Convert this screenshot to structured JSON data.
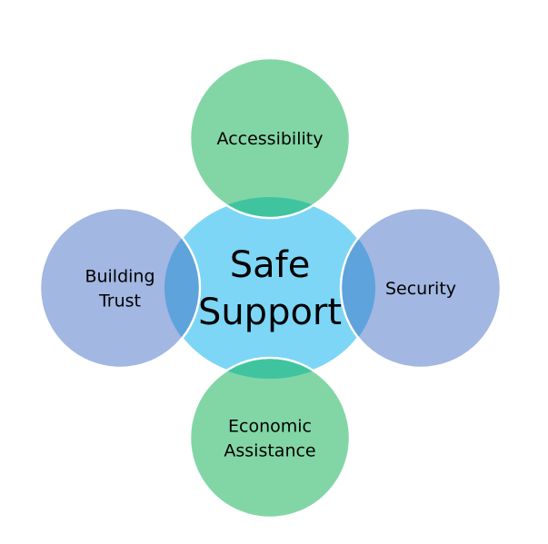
{
  "center": {
    "label_line1": "Safe",
    "label_line2": "Support",
    "color": "#7DD6F6"
  },
  "nodes": [
    {
      "id": "accessibility",
      "lines": [
        "Accessibility"
      ],
      "color": "#82D6A5",
      "overlap": "#40C4A0"
    },
    {
      "id": "building-trust",
      "lines": [
        "Building",
        "Trust"
      ],
      "color": "#A2B7E1",
      "overlap": "#5FA3DD"
    },
    {
      "id": "security",
      "lines": [
        "Security"
      ],
      "color": "#A2B7E1",
      "overlap": "#5FA3DD"
    },
    {
      "id": "economic-assistance",
      "lines": [
        "Economic",
        "Assistance"
      ],
      "color": "#82D6A5",
      "overlap": "#40C4A0"
    }
  ]
}
